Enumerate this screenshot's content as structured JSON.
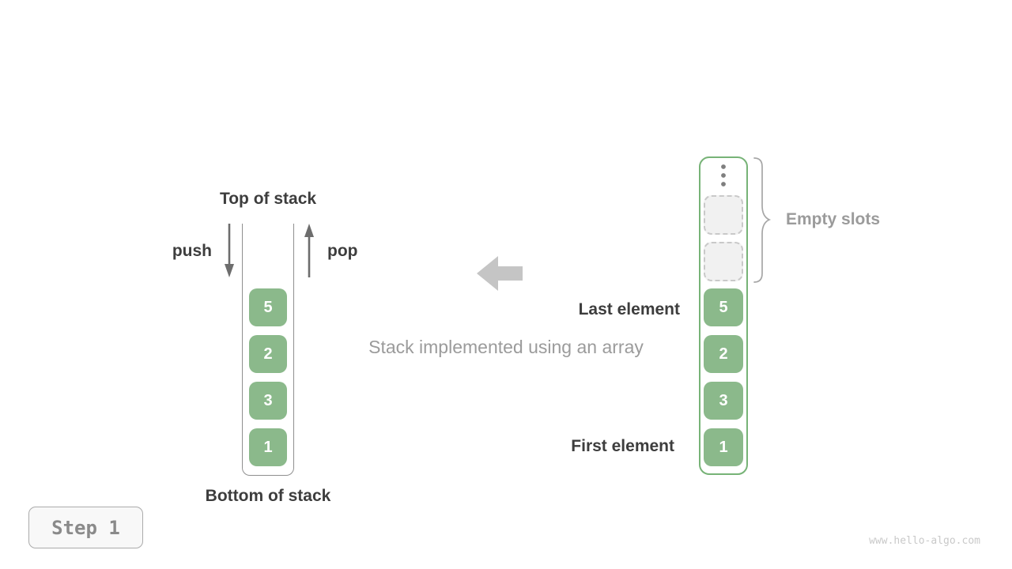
{
  "page": {
    "step_badge": "Step 1",
    "watermark": "www.hello-algo.com",
    "background_color": "#ffffff"
  },
  "colors": {
    "cell_green": "#8bb98b",
    "array_border_green": "#77b377",
    "dark_label": "#3d3d3d",
    "gray_label": "#9b9b9b",
    "arrow_gray": "#6d6d6d",
    "block_arrow_gray": "#c5c5c5",
    "empty_slot_fill": "#f1f1f1",
    "empty_slot_border": "#c9c9c9",
    "container_wall_gray": "#8f8f8f"
  },
  "stack_diagram": {
    "top_label": "Top of stack",
    "bottom_label": "Bottom of stack",
    "push_label": "push",
    "pop_label": "pop",
    "cells": [
      "5",
      "2",
      "3",
      "1"
    ]
  },
  "caption": "Stack implemented using an array",
  "array_diagram": {
    "cells": [
      "5",
      "2",
      "3",
      "1"
    ],
    "empty_slot_count": 2,
    "empty_slots_label": "Empty slots",
    "last_element_label": "Last element",
    "first_element_label": "First element"
  }
}
